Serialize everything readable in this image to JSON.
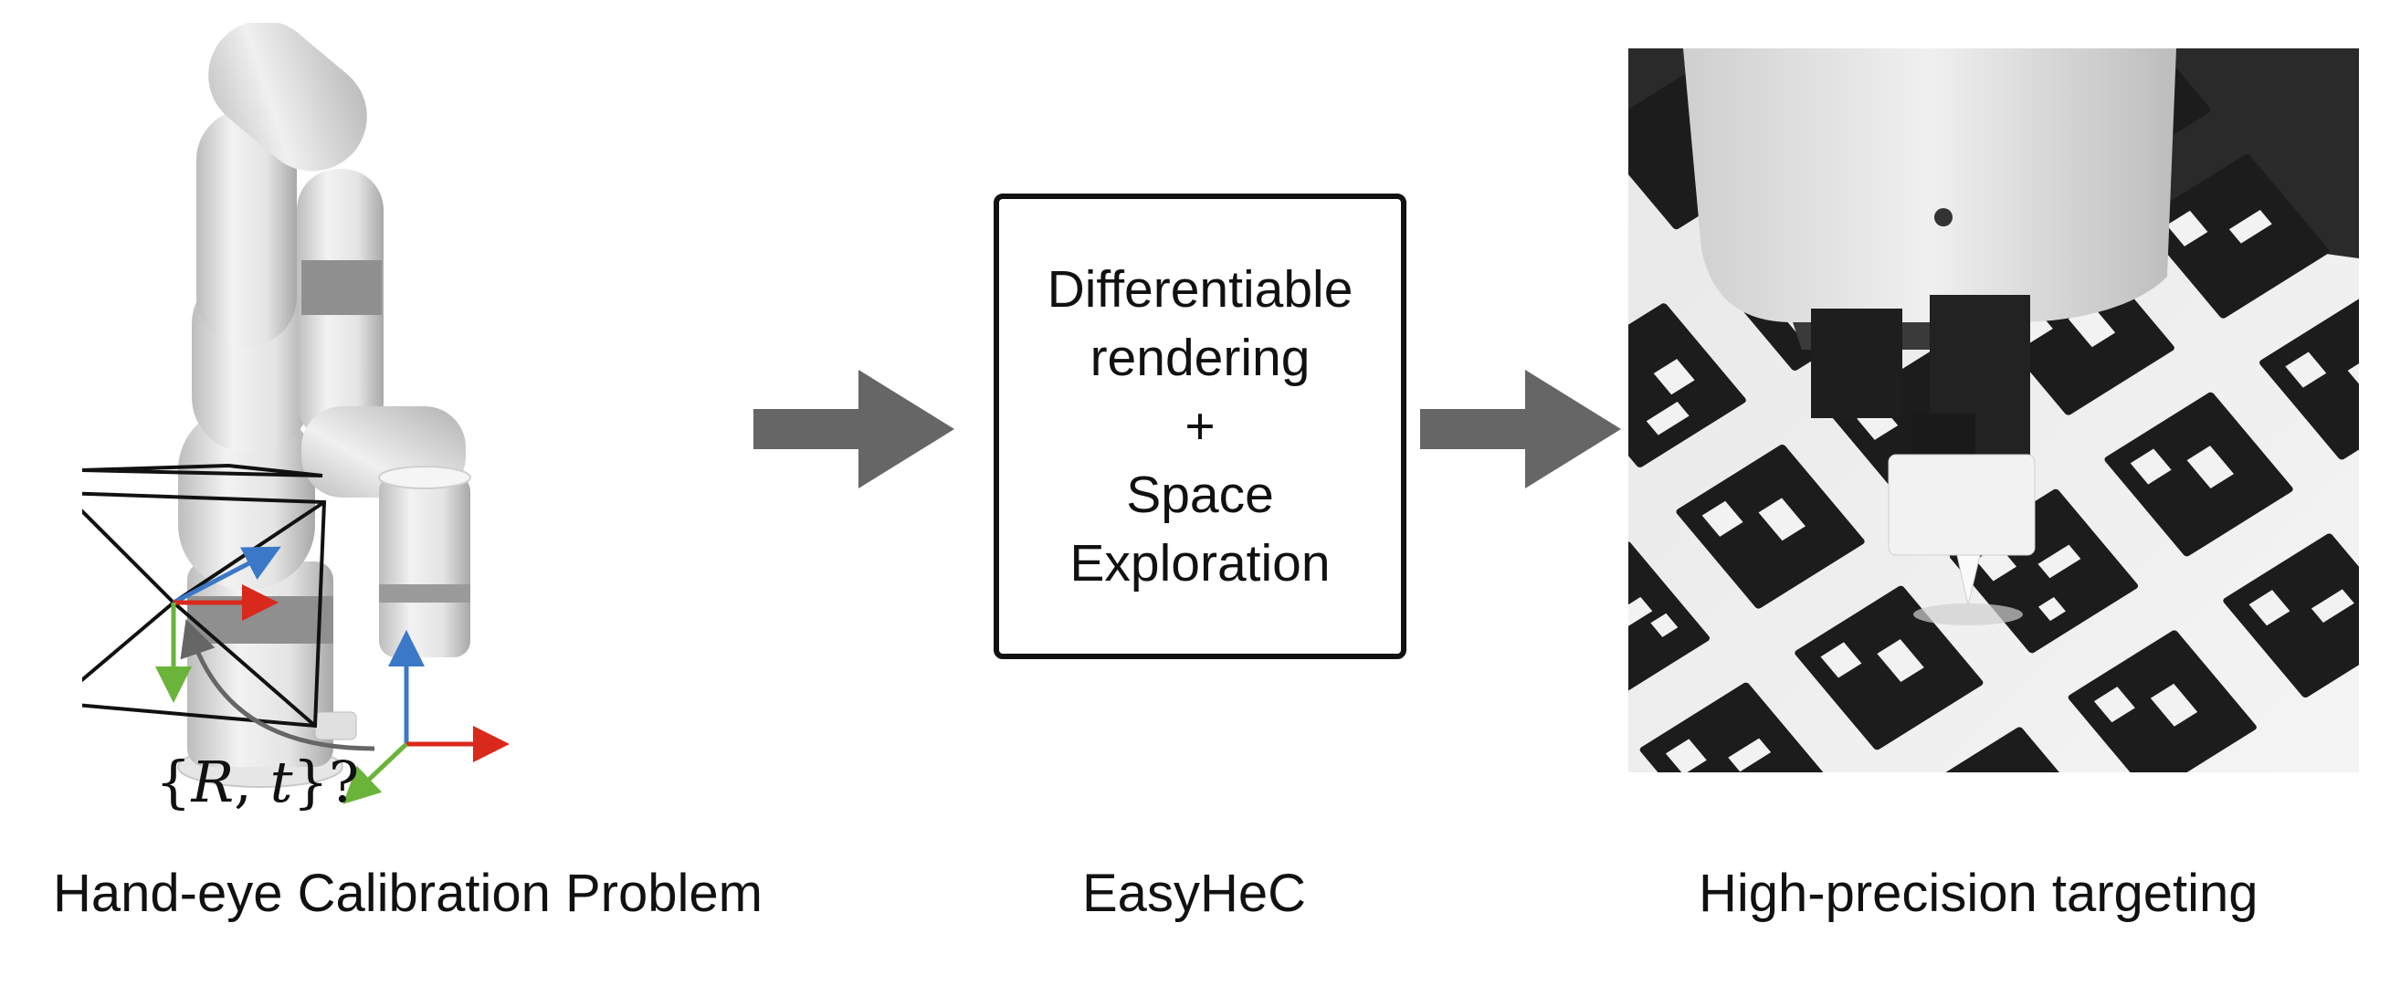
{
  "captions": {
    "left": "Hand-eye Calibration Problem",
    "middle": "EasyHeC",
    "right": "High-precision targeting"
  },
  "method_box": {
    "lines": [
      "Differentiable",
      "rendering",
      "+",
      "Space",
      "Exploration"
    ]
  },
  "math_label": {
    "R": "R",
    "t": "t",
    "open": "{",
    "comma": ",",
    "close": "}",
    "question": "?"
  },
  "colors": {
    "arrow": "#666666",
    "axis_x": "#d9291c",
    "axis_y": "#3b78c8",
    "axis_z": "#6bb43a",
    "robot": "#d8d8d8",
    "robot_band": "#8f8f8f",
    "marker": "#1c1c1c"
  },
  "icons": {
    "robot": "robot-arm-icon",
    "camera": "camera-frustum-icon",
    "arrow": "right-arrow-icon"
  }
}
